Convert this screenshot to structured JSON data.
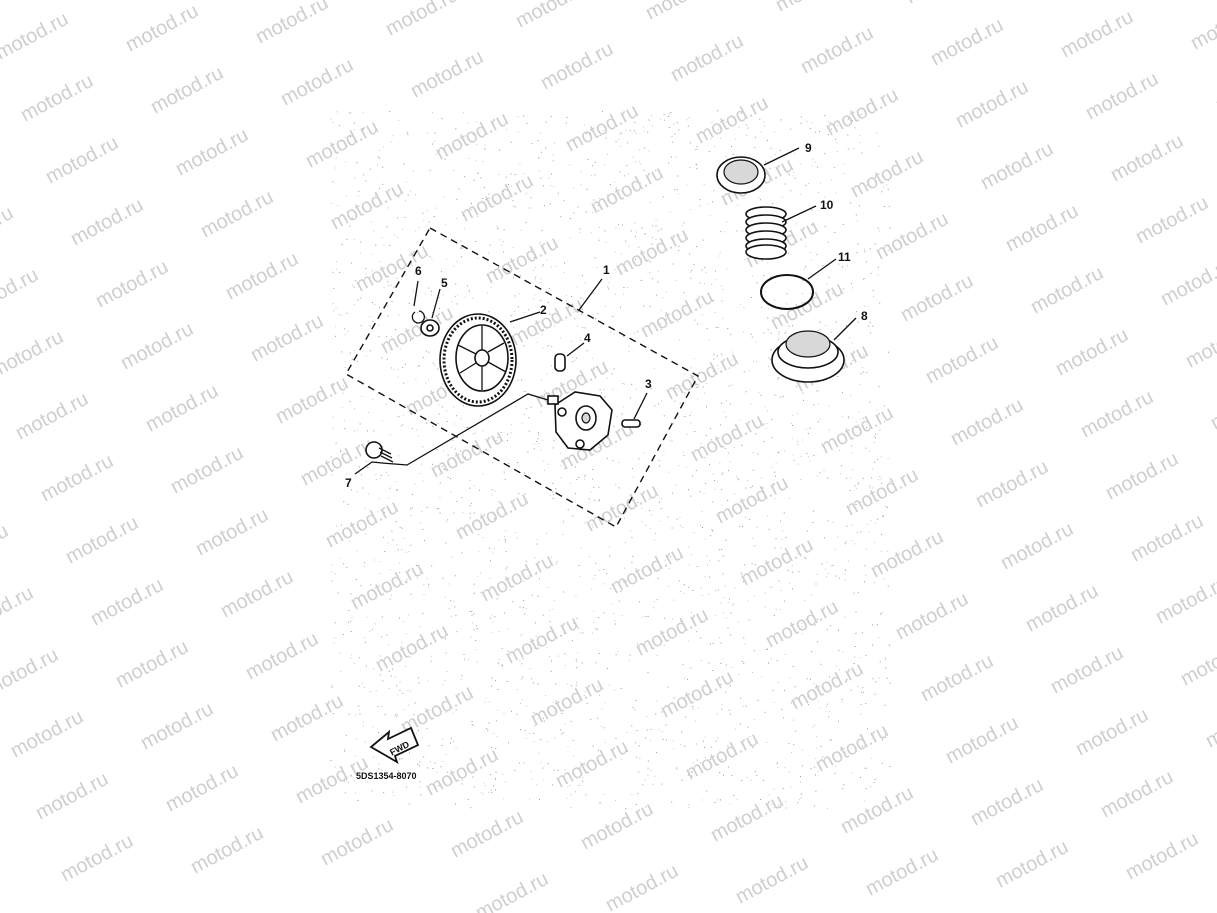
{
  "watermark": {
    "text": "motod.ru"
  },
  "callouts": [
    {
      "id": "1",
      "label": "1"
    },
    {
      "id": "2",
      "label": "2"
    },
    {
      "id": "3",
      "label": "3"
    },
    {
      "id": "4",
      "label": "4"
    },
    {
      "id": "5",
      "label": "5"
    },
    {
      "id": "6",
      "label": "6"
    },
    {
      "id": "7",
      "label": "7"
    },
    {
      "id": "8",
      "label": "8"
    },
    {
      "id": "9",
      "label": "9"
    },
    {
      "id": "10",
      "label": "10"
    },
    {
      "id": "11",
      "label": "11"
    }
  ],
  "fwd_arrow": {
    "label": "FWD"
  },
  "diagram_code": "5DS1354-8070"
}
